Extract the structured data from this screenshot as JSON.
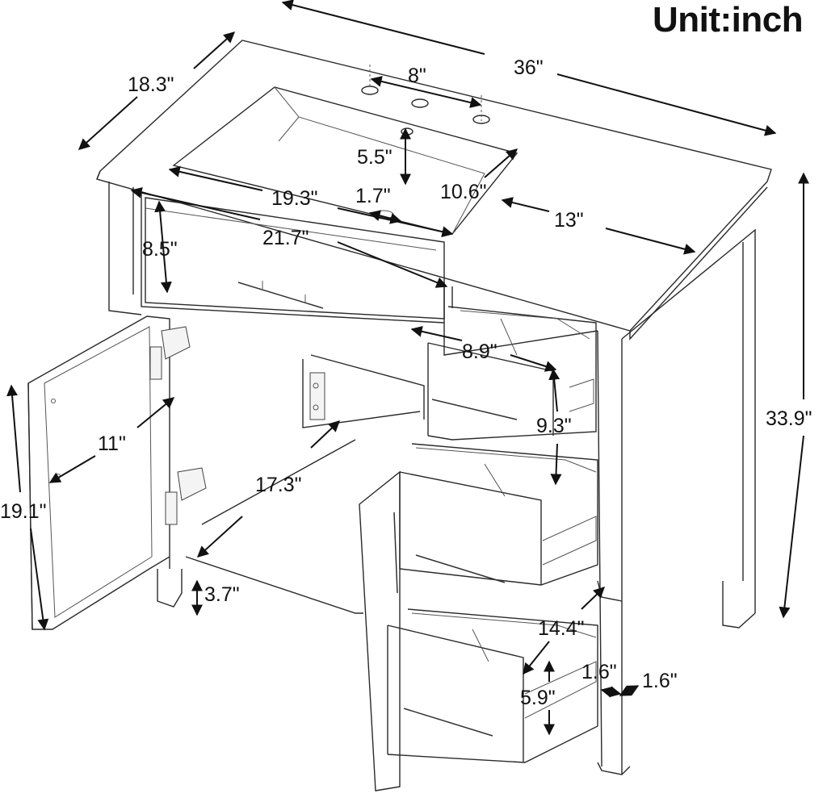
{
  "header": {
    "unit_label": "Unit:inch"
  },
  "dimensions": {
    "overall_width": "36\"",
    "overall_depth": "18.3\"",
    "overall_height": "33.9\"",
    "faucet_hole_spacing": "8\"",
    "faucet_to_drain": "5.5\"",
    "basin_length": "19.3\"",
    "drain_size": "1.7\"",
    "basin_width": "10.6\"",
    "side_counter": "13\"",
    "top_drawer_width": "21.7\"",
    "top_drawer_height": "8.5\"",
    "side_drawer_width": "8.9\"",
    "side_drawer_height": "9.3\"",
    "door_width": "11\"",
    "cabinet_inner_width": "17.3\"",
    "door_height": "19.1\"",
    "leg_height": "3.7\"",
    "drawer_depth": "14.4\"",
    "leg_width": "1.6\"",
    "leg_depth": "1.6\"",
    "bottom_drawer_height": "5.9\""
  }
}
